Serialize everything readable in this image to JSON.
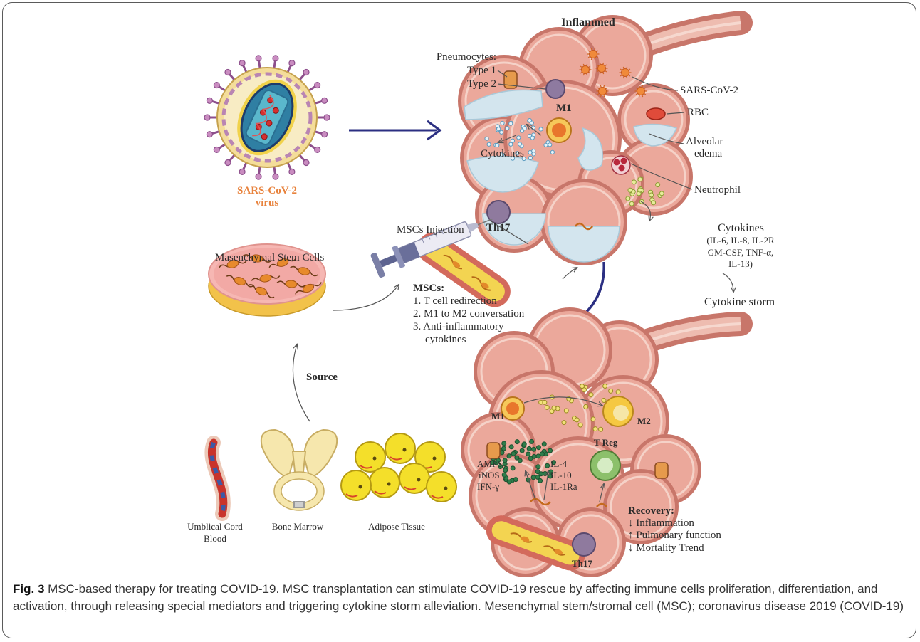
{
  "figure": {
    "inflamed_title": "Inflammed",
    "pneumocytes": {
      "title": "Pneumocytes:",
      "type1": "Type 1",
      "type2": "Type 2"
    },
    "sars_cov2_label": "SARS-CoV-2",
    "rbc_label": "RBC",
    "alveolar_edema": {
      "line1": "Alveolar",
      "line2": "edema"
    },
    "inflamed_m1_label": "M1",
    "inflamed_cytokines_label": "Cytokines",
    "neutrophil_label": "Neutrophil",
    "inflamed_th17_label": "Th17",
    "cytokines_released": {
      "title": "Cytokines",
      "line1": "(IL-6, IL-8, IL-2R",
      "line2": "GM-CSF, TNF-α,",
      "line3": "IL-1β)"
    },
    "cytokine_storm_label": "Cytokine storm",
    "virus": {
      "line1": "SARS-CoV-2",
      "line2": "virus"
    },
    "injection_label": "MSCs Injection",
    "dish_label": "Masenchymal Stem Cells",
    "mscs_effects": {
      "title": "MSCs:",
      "item1": "1. T cell redirection",
      "item2": "2. M1 to M2 conversation",
      "item3_line1": "3. Anti-inflammatory",
      "item3_line2": "cytokines"
    },
    "source_label": "Source",
    "sources": {
      "cord_line1": "Umblical Cord",
      "cord_line2": "Blood",
      "bone_marrow": "Bone Marrow",
      "adipose": "Adipose Tissue"
    },
    "recovered": {
      "m1_label": "M1",
      "m2_label": "M2",
      "treg_label": "T Reg",
      "th17_label": "Th17",
      "left_mediators": [
        "AMPS",
        "iNOS",
        "IFN-γ"
      ],
      "right_mediators": [
        "IL-4",
        "IL-10",
        "IL-1Ra"
      ]
    },
    "recovery": {
      "title": "Recovery:",
      "line1": "↓ Inflammation",
      "line2": "↑ Pulmonary function",
      "line3": "↓ Mortality Trend"
    }
  },
  "caption": {
    "label": "Fig. 3",
    "text": "MSC-based therapy for treating COVID-19. MSC transplantation can stimulate COVID-19 rescue by affecting immune cells proliferation, differentiation, and activation, through releasing special mediators and triggering cytokine storm alleviation. Mesenchymal stem/stromal cell (MSC); coronavirus disease 2019 (COVID-19)"
  },
  "colors": {
    "arrow_navy": "#2b2f82",
    "virus_label": "#e8823c",
    "alveolus": "#eba89b",
    "edema": "#d3e5ee",
    "blood_vessel_wall": "#d36a5c",
    "blood_vessel_lumen": "#f3d451"
  }
}
